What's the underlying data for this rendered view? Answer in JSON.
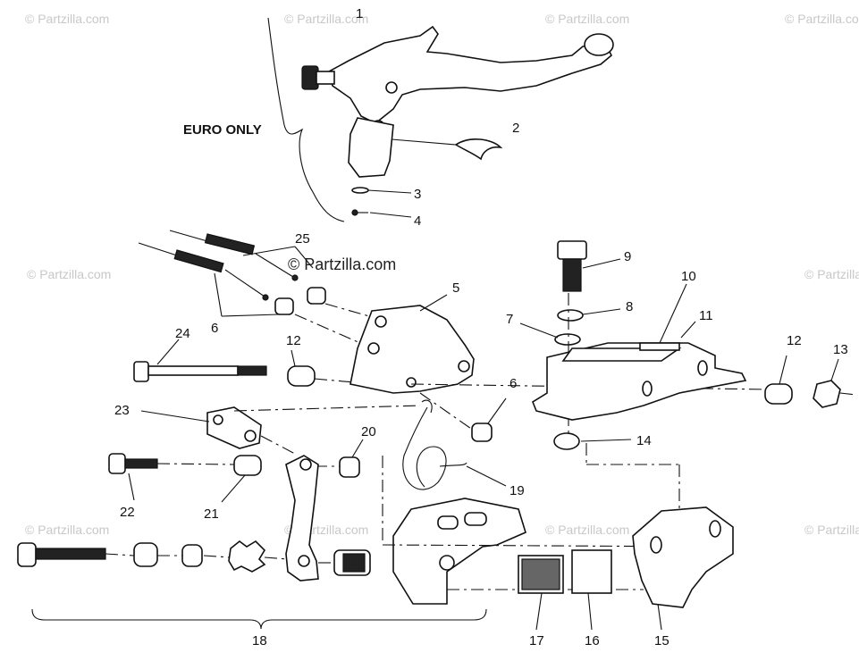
{
  "watermarks": {
    "main": "© Partzilla.com",
    "faint": "© Partzilla.com"
  },
  "section_label": "EURO ONLY",
  "callouts": [
    "1",
    "2",
    "3",
    "4",
    "5",
    "6",
    "6",
    "7",
    "8",
    "9",
    "10",
    "11",
    "12",
    "12",
    "13",
    "14",
    "15",
    "16",
    "17",
    "18",
    "19",
    "20",
    "21",
    "22",
    "23",
    "24",
    "25"
  ],
  "colors": {
    "line": "#111111",
    "watermark": "#c8c8c8",
    "background": "#ffffff"
  }
}
